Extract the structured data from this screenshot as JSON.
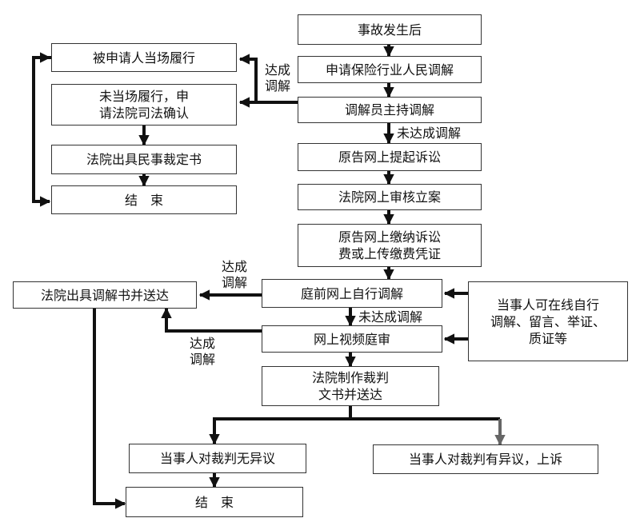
{
  "nodes": {
    "incident": "事故发生后",
    "apply_mediation": "申请保险行业人民调解",
    "mediator": "调解员主持调解",
    "perform_on_spot": "被申请人当场履行",
    "not_performed": "未当场履行，申\n请法院司法确认",
    "civil_ruling": "法院出具民事裁定书",
    "end_top": "结　束",
    "online_suit": "原告网上提起诉讼",
    "court_review": "法院网上审核立案",
    "pay_fee": "原告网上缴纳诉讼\n费或上传缴费凭证",
    "pretrial_mediation": "庭前网上自行调解",
    "mediation_document": "法院出具调解书并送达",
    "parties_online": "当事人可在线自行\n调解、留言、举证、\n质证等",
    "video_trial": "网上视频庭审",
    "judgment": "法院制作裁判\n文书并送达",
    "no_objection": "当事人对裁判无异议",
    "objection_appeal": "当事人对裁判有异议，上诉",
    "end_bottom": "结　束"
  },
  "labels": {
    "reached_1": "达成\n调解",
    "not_reached_1": "未达成调解",
    "reached_2": "达成\n调解",
    "not_reached_2": "未达成调解",
    "reached_3": "达成\n调解"
  }
}
